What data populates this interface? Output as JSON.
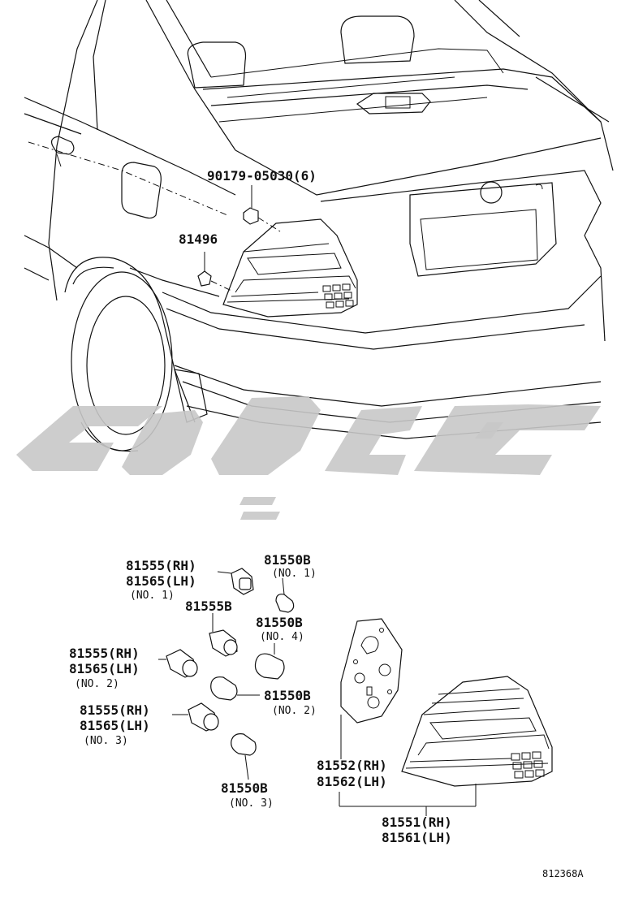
{
  "diagram_code": "812368A",
  "top_labels": {
    "clip": "90179-05030(6)",
    "screw": "81496"
  },
  "callouts": {
    "socket1_rh": "81555(RH)",
    "socket1_lh": "81565(LH)",
    "socket1_no": "(NO. 1)",
    "bulb1": "81550B",
    "bulb1_no": "(NO. 1)",
    "socket_center": "81555B",
    "bulb4": "81550B",
    "bulb4_no": "(NO. 4)",
    "socket2_rh": "81555(RH)",
    "socket2_lh": "81565(LH)",
    "socket2_no": "(NO. 2)",
    "bulb2": "81550B",
    "bulb2_no": "(NO. 2)",
    "socket3_rh": "81555(RH)",
    "socket3_lh": "81565(LH)",
    "socket3_no": "(NO. 3)",
    "bulb3": "81550B",
    "bulb3_no": "(NO. 3)",
    "gasket_rh": "81552(RH)",
    "gasket_lh": "81562(LH)",
    "lamp_rh": "81551(RH)",
    "lamp_lh": "81561(LH)"
  },
  "icons": [
    "car-rear-illustration",
    "tail-lamp-icon",
    "gasket-icon",
    "bulb-icon",
    "socket-icon",
    "watermark-logo"
  ]
}
